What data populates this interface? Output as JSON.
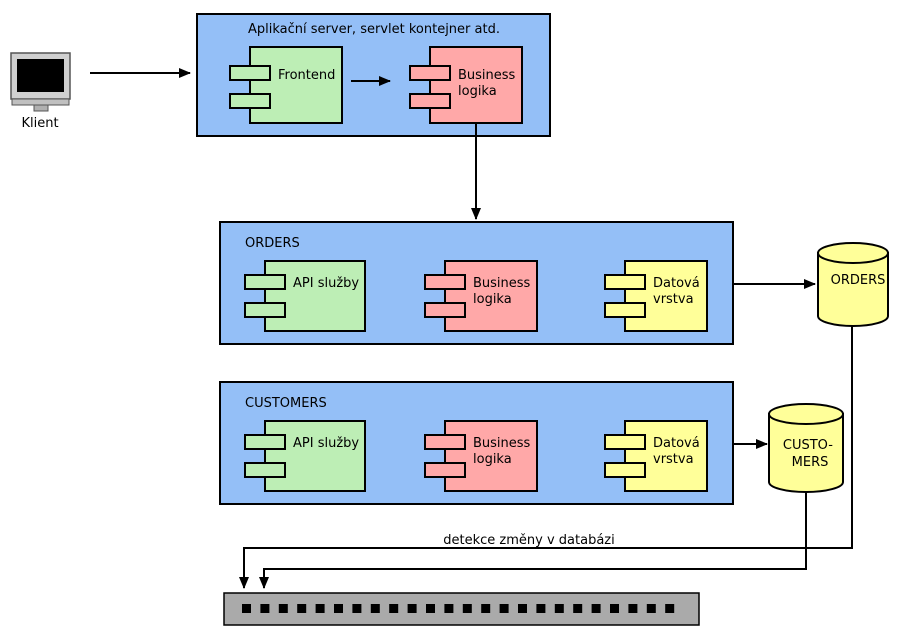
{
  "client": {
    "label": "Klient",
    "icon": "monitor-icon"
  },
  "app_server": {
    "title": "Aplikační server, servlet kontejner atd.",
    "frontend": [
      "Frontend"
    ],
    "business": [
      "Business",
      "logika"
    ]
  },
  "orders_service": {
    "title": "ORDERS",
    "api": [
      "API služby"
    ],
    "business": [
      "Business",
      "logika"
    ],
    "data": [
      "Datová",
      "vrstva"
    ]
  },
  "customers_service": {
    "title": "CUSTOMERS",
    "api": [
      "API služby"
    ],
    "business": [
      "Business",
      "logika"
    ],
    "data": [
      "Datová",
      "vrstva"
    ]
  },
  "databases": {
    "orders": [
      "ORDERS"
    ],
    "customers": [
      "CUSTO-",
      "MERS"
    ]
  },
  "change_detection_label": "detekce změny v databázi",
  "colors": {
    "container": "#94bff7",
    "api": "#bdeeb5",
    "business": "#ffa8a8",
    "data": "#ffff99",
    "queue": "#aaaaaa"
  }
}
